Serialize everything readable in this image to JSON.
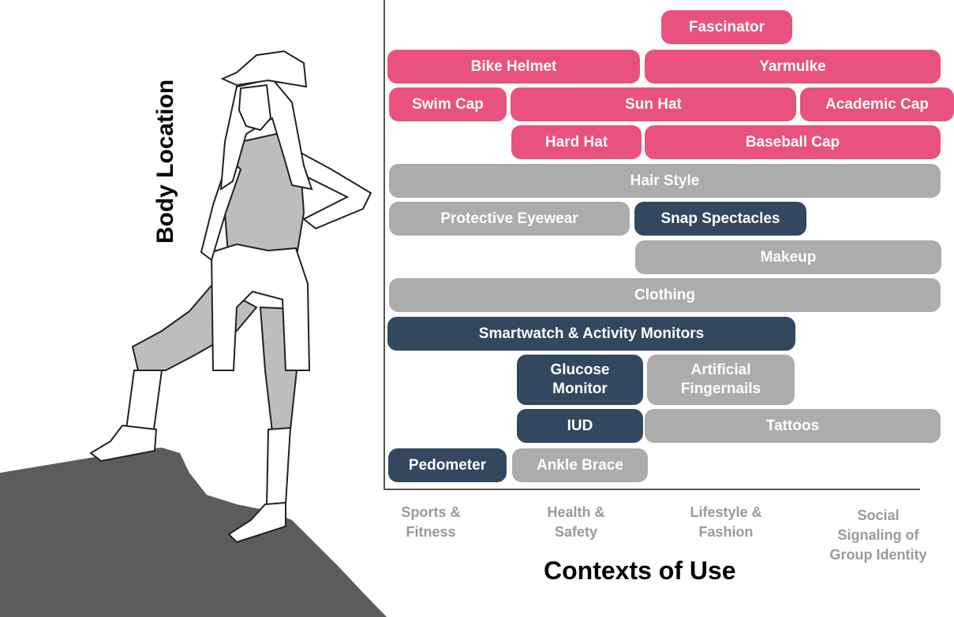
{
  "y_axis_title": "Body Location",
  "x_axis_title": "Contexts of Use",
  "contexts": [
    "Sports & Fitness",
    "Health & Safety",
    "Lifestyle & Fashion",
    "Social Signaling of Group Identity"
  ],
  "colors": {
    "head_items": "#e9527f",
    "non_tech_items": "#acacac",
    "tech_items": "#33475f",
    "rock": "#5b5c5e",
    "figure_fill": "#bdbdbd"
  },
  "items": [
    {
      "id": "fascinator",
      "label": "Fascinator",
      "color": "pink"
    },
    {
      "id": "bike-helmet",
      "label": "Bike Helmet",
      "color": "pink"
    },
    {
      "id": "yarmulke",
      "label": "Yarmulke",
      "color": "pink"
    },
    {
      "id": "swim-cap",
      "label": "Swim Cap",
      "color": "pink"
    },
    {
      "id": "sun-hat",
      "label": "Sun Hat",
      "color": "pink"
    },
    {
      "id": "academic-cap",
      "label": "Academic Cap",
      "color": "pink"
    },
    {
      "id": "hard-hat",
      "label": "Hard Hat",
      "color": "pink"
    },
    {
      "id": "baseball-cap",
      "label": "Baseball Cap",
      "color": "pink"
    },
    {
      "id": "hair-style",
      "label": "Hair Style",
      "color": "gray"
    },
    {
      "id": "protective-eyewear",
      "label": "Protective Eyewear",
      "color": "gray"
    },
    {
      "id": "snap-spectacles",
      "label": "Snap Spectacles",
      "color": "navy"
    },
    {
      "id": "makeup",
      "label": "Makeup",
      "color": "gray"
    },
    {
      "id": "clothing",
      "label": "Clothing",
      "color": "gray"
    },
    {
      "id": "smartwatch",
      "label": "Smartwatch & Activity Monitors",
      "color": "navy"
    },
    {
      "id": "glucose-monitor",
      "label": "Glucose\nMonitor",
      "color": "navy"
    },
    {
      "id": "artificial-fingernails",
      "label": "Artificial\nFingernails",
      "color": "gray"
    },
    {
      "id": "iud",
      "label": "IUD",
      "color": "navy"
    },
    {
      "id": "tattoos",
      "label": "Tattoos",
      "color": "gray"
    },
    {
      "id": "pedometer",
      "label": "Pedometer",
      "color": "navy"
    },
    {
      "id": "ankle-brace",
      "label": "Ankle Brace",
      "color": "gray"
    }
  ]
}
